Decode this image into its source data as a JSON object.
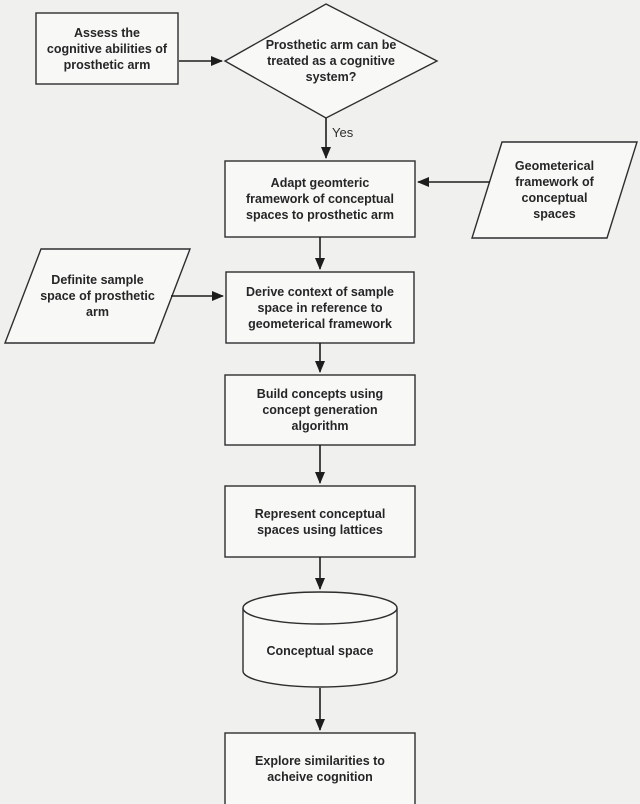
{
  "figure": {
    "type": "flowchart",
    "background_color": "#f0f0ee",
    "shape_fill_color": "#f8f8f7",
    "line_color": "#2e2e2e",
    "text_color": "#262626",
    "nodes": {
      "assess": {
        "shape": "rectangle",
        "label": "Assess the\ncognitive abilities of\nprosthetic arm"
      },
      "decision": {
        "shape": "diamond",
        "label": "Prosthetic arm can be\ntreated as a cognitive\nsystem?"
      },
      "adapt": {
        "shape": "rectangle",
        "label": "Adapt geomteric\nframework of conceptual\nspaces to prosthetic arm"
      },
      "geometrical_framework": {
        "shape": "parallelogram",
        "label": "Geometerical\nframework of\nconceptual\nspaces"
      },
      "definite_sample_space": {
        "shape": "parallelogram",
        "label": "Definite sample\nspace of prosthetic\narm"
      },
      "derive_context": {
        "shape": "rectangle",
        "label": "Derive context of sample\nspace in reference to\ngeometerical framework"
      },
      "build_concepts": {
        "shape": "rectangle",
        "label": "Build concepts using\nconcept generation\nalgorithm"
      },
      "represent_spaces": {
        "shape": "rectangle",
        "label": "Represent conceptual\nspaces using lattices"
      },
      "conceptual_space": {
        "shape": "cylinder",
        "label": "Conceptual space"
      },
      "explore_similarities": {
        "shape": "rectangle",
        "label": "Explore similarities to\nacheive cognition"
      }
    },
    "edge_labels": {
      "decision_yes": "Yes"
    }
  }
}
